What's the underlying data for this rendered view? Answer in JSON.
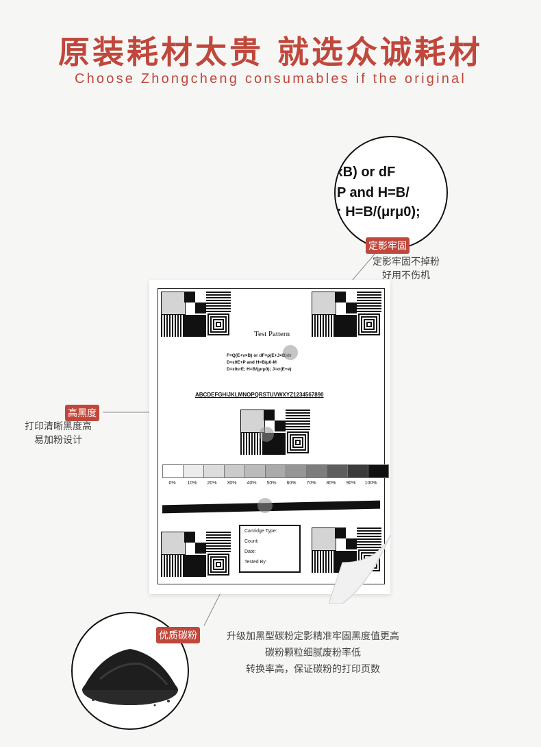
{
  "header": {
    "title": "原装耗材太贵  就选众诚耗材",
    "subtitle": "Choose Zhongcheng consumables if the original"
  },
  "callouts": {
    "fixing": {
      "tag": "定影牢固",
      "desc_line1": "定影牢固不掉粉",
      "desc_line2": "好用不伤机"
    },
    "density": {
      "tag": "高黑度",
      "desc_line1": "打印清晰黑度高",
      "desc_line2": "易加粉设计"
    },
    "toner": {
      "tag": "优质碳粉",
      "desc_line1": "升级加黑型碳粉定影精准牢固黑度值更高",
      "desc_line2": "碳粉颗粒细腻废粉率低",
      "desc_line3": "转换率高，保证碳粉的打印页数"
    }
  },
  "magnifier": {
    "line1": "/xB)   or   dF",
    "line2": "P   and   H=B/",
    "line3": ";    H=B/(μrμ0);"
  },
  "test_page": {
    "title": "Test Pattern",
    "formula1": "F=Q(E+v×B)    or    dF=ρ(E+J×B)dτ",
    "formula2": "D=ε0E+P    and    H=B/μ0-M",
    "formula3": "D=ε0εrE;    H=B/(μrμ0);    J=σ(E+e)",
    "alphabet": "ABCDEFGHIJKLMNOPQRSTUVWXYZ1234567890",
    "gray_labels": [
      "0%",
      "10%",
      "20%",
      "30%",
      "40%",
      "50%",
      "60%",
      "70%",
      "80%",
      "90%",
      "100%"
    ],
    "cartridge_type": "Cartridge Type:",
    "count": "Count:",
    "date": "Date:",
    "tested_by": "Tested By:"
  },
  "colors": {
    "accent": "#c0473b"
  }
}
